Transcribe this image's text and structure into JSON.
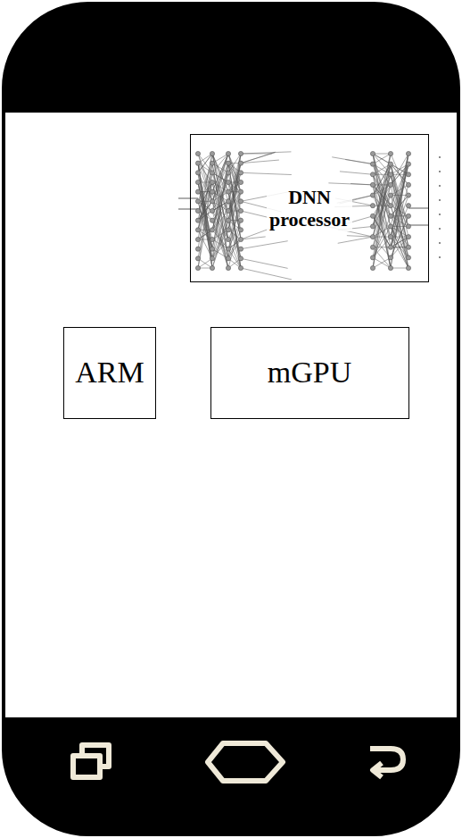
{
  "diagram": {
    "nodes": [
      {
        "text": [
          "DNN processor"
        ]
      },
      {
        "text": [
          "ARM"
        ]
      },
      {
        "text": [
          "mGPU"
        ]
      }
    ],
    "edges": []
  }
}
